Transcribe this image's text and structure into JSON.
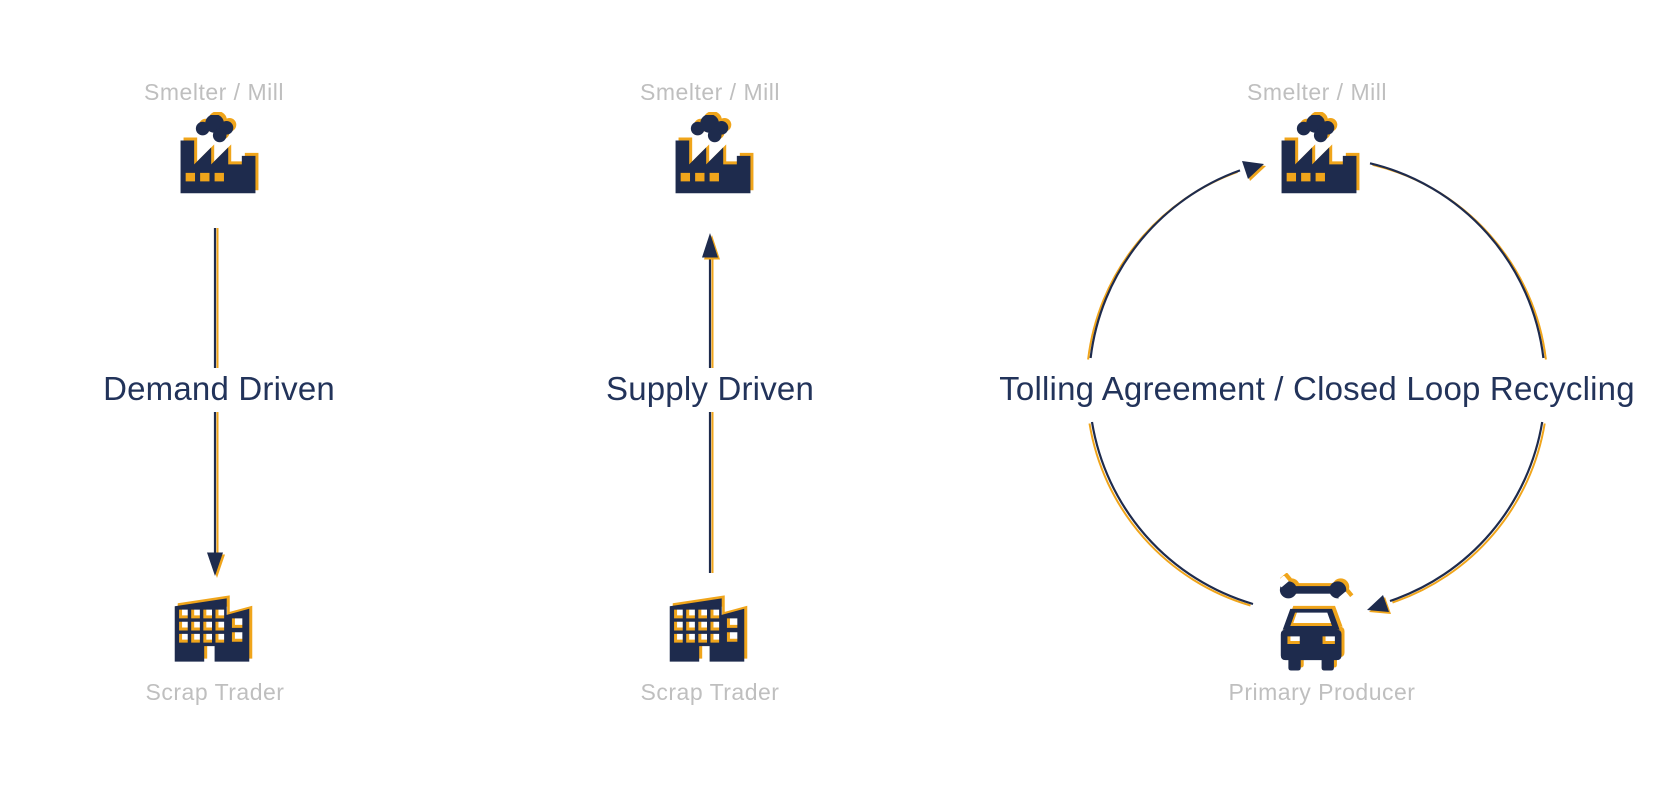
{
  "colors": {
    "navy": "#1e2b4d",
    "gold": "#f0a51b",
    "label_gray": "#bfbfbf",
    "text_navy": "#22335a",
    "background": "#ffffff"
  },
  "diagrams": [
    {
      "id": "demand-driven",
      "top_label": "Smelter / Mill",
      "top_icon": "factory-icon",
      "flow_label": "Demand Driven",
      "arrow": "down",
      "bottom_label": "Scrap Trader",
      "bottom_icon": "building-icon"
    },
    {
      "id": "supply-driven",
      "top_label": "Smelter / Mill",
      "top_icon": "factory-icon",
      "flow_label": "Supply Driven",
      "arrow": "up",
      "bottom_label": "Scrap Trader",
      "bottom_icon": "building-icon"
    },
    {
      "id": "tolling-agreement",
      "top_label": "Smelter / Mill",
      "top_icon": "factory-icon",
      "flow_label": "Tolling Agreement / Closed Loop Recycling",
      "arrow": "circular-clockwise",
      "bottom_label": "Primary Producer",
      "bottom_icon": "car-wrench-icon"
    }
  ]
}
